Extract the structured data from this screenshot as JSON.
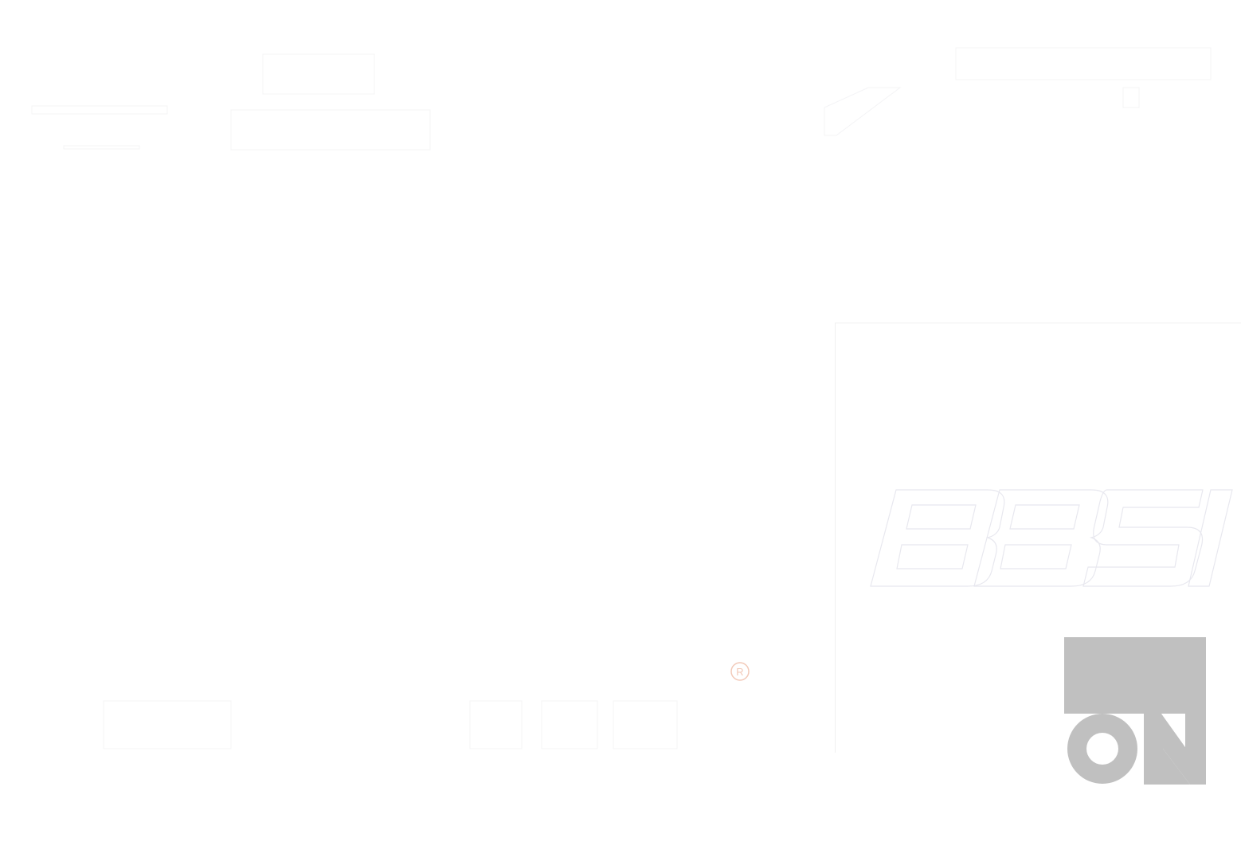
{
  "logos": {
    "top_left": {
      "icon": "logo-mark"
    },
    "top_right": {
      "icon": "logo-mark"
    },
    "bottom_left": {
      "icon": "registered-mark"
    },
    "bbsi": {
      "wordmark": "BBSI",
      "icon": "bbsi-logo"
    },
    "on": {
      "wordmark": "ON",
      "icon": "on-logo"
    }
  },
  "colors": {
    "on_background": "#c0c0c0",
    "registered_mark": "#f2c9b8",
    "page_background": "#ffffff"
  }
}
